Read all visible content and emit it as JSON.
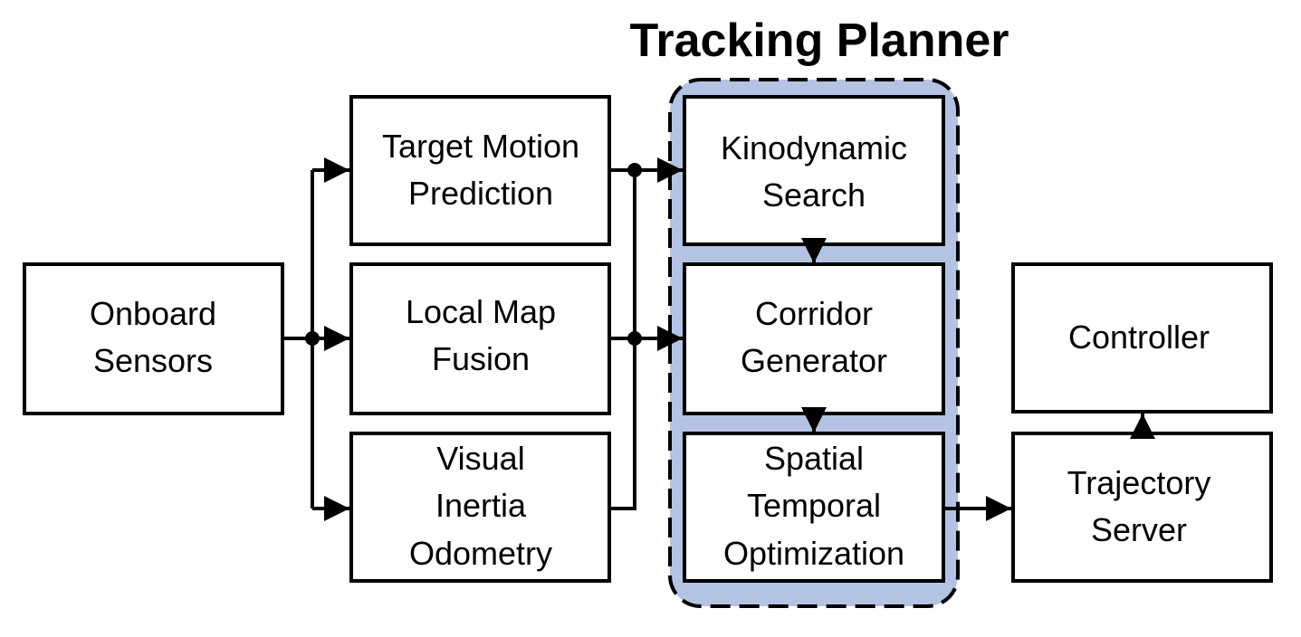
{
  "title": "Tracking Planner",
  "blocks": {
    "onboard_sensors": [
      "Onboard",
      "Sensors"
    ],
    "target_motion_prediction": [
      "Target Motion",
      "Prediction"
    ],
    "local_map_fusion": [
      "Local Map",
      "Fusion"
    ],
    "visual_inertia_odometry": [
      "Visual",
      "Inertia",
      "Odometry"
    ],
    "kinodynamic_search": [
      "Kinodynamic",
      "Search"
    ],
    "corridor_generator": [
      "Corridor",
      "Generator"
    ],
    "spatial_temporal_optimization": [
      "Spatial",
      "Temporal",
      "Optimization"
    ],
    "controller": [
      "Controller"
    ],
    "trajectory_server": [
      "Trajectory",
      "Server"
    ]
  },
  "colors": {
    "group_fill": "#b4c3e3",
    "stroke": "#000000",
    "box_fill": "#ffffff"
  }
}
